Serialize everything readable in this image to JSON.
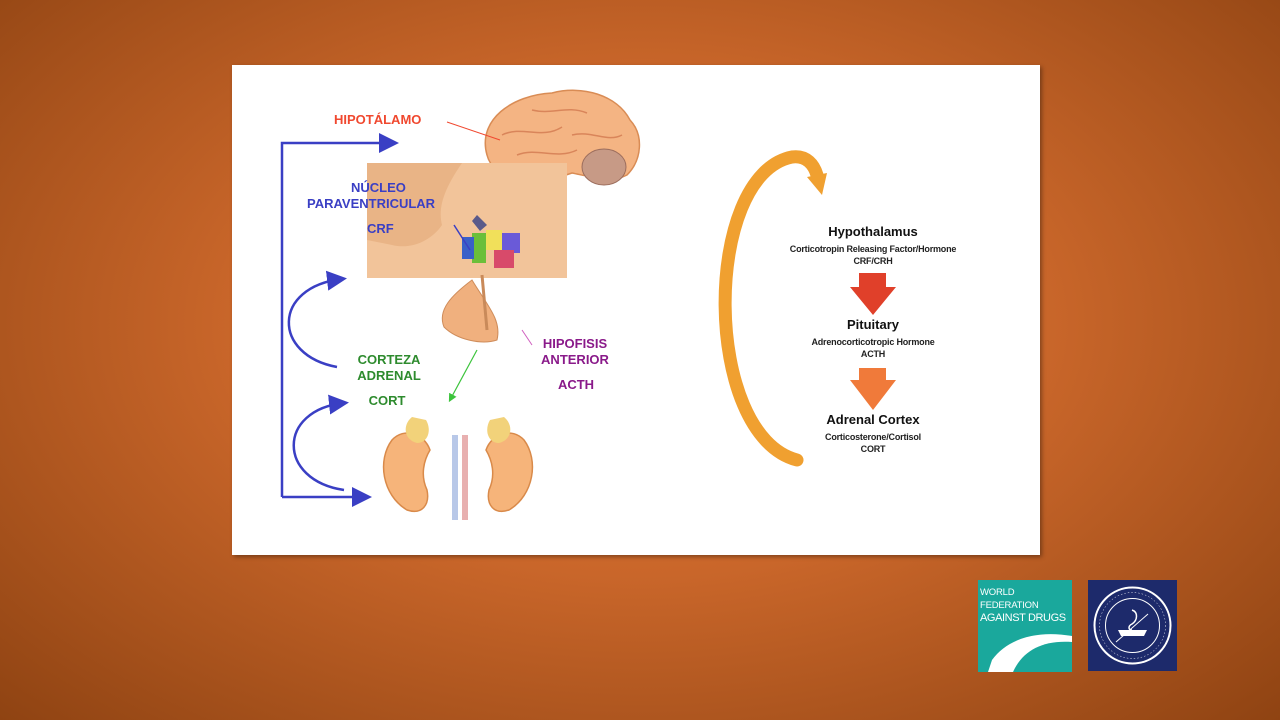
{
  "left_diagram": {
    "hypothalamus_label": "HIPOTÁLAMO",
    "nucleus_label_line1": "NÚCLEO",
    "nucleus_label_line2": "PARAVENTRICULAR",
    "crf_label": "CRF",
    "pituitary_label_line1": "HIPOFISIS",
    "pituitary_label_line2": "ANTERIOR",
    "acth_label": "ACTH",
    "cortex_label_line1": "CORTEZA",
    "cortex_label_line2": "ADRENAL",
    "cort_label": "CORT"
  },
  "right_flow": {
    "steps": [
      {
        "title": "Hypothalamus",
        "subtitle": "Corticotropin Releasing Factor/Hormone",
        "abbr": "CRF/CRH"
      },
      {
        "title": "Pituitary",
        "subtitle": "Adrenocorticotropic Hormone",
        "abbr": "ACTH"
      },
      {
        "title": "Adrenal Cortex",
        "subtitle": "Corticosterone/Cortisol",
        "abbr": "CORT"
      }
    ]
  },
  "logos": {
    "wfad_line1": "WORLD FEDERATION",
    "wfad_line2": "AGAINST DRUGS"
  },
  "colors": {
    "background": "#c9662a",
    "blue_arrows": "#3a3fc4",
    "orange_loop": "#f0a030",
    "red_arrow": "#e0402a",
    "orange_arrow": "#f07a3a",
    "teal": "#1aa89c",
    "navy": "#1d2a6b"
  }
}
